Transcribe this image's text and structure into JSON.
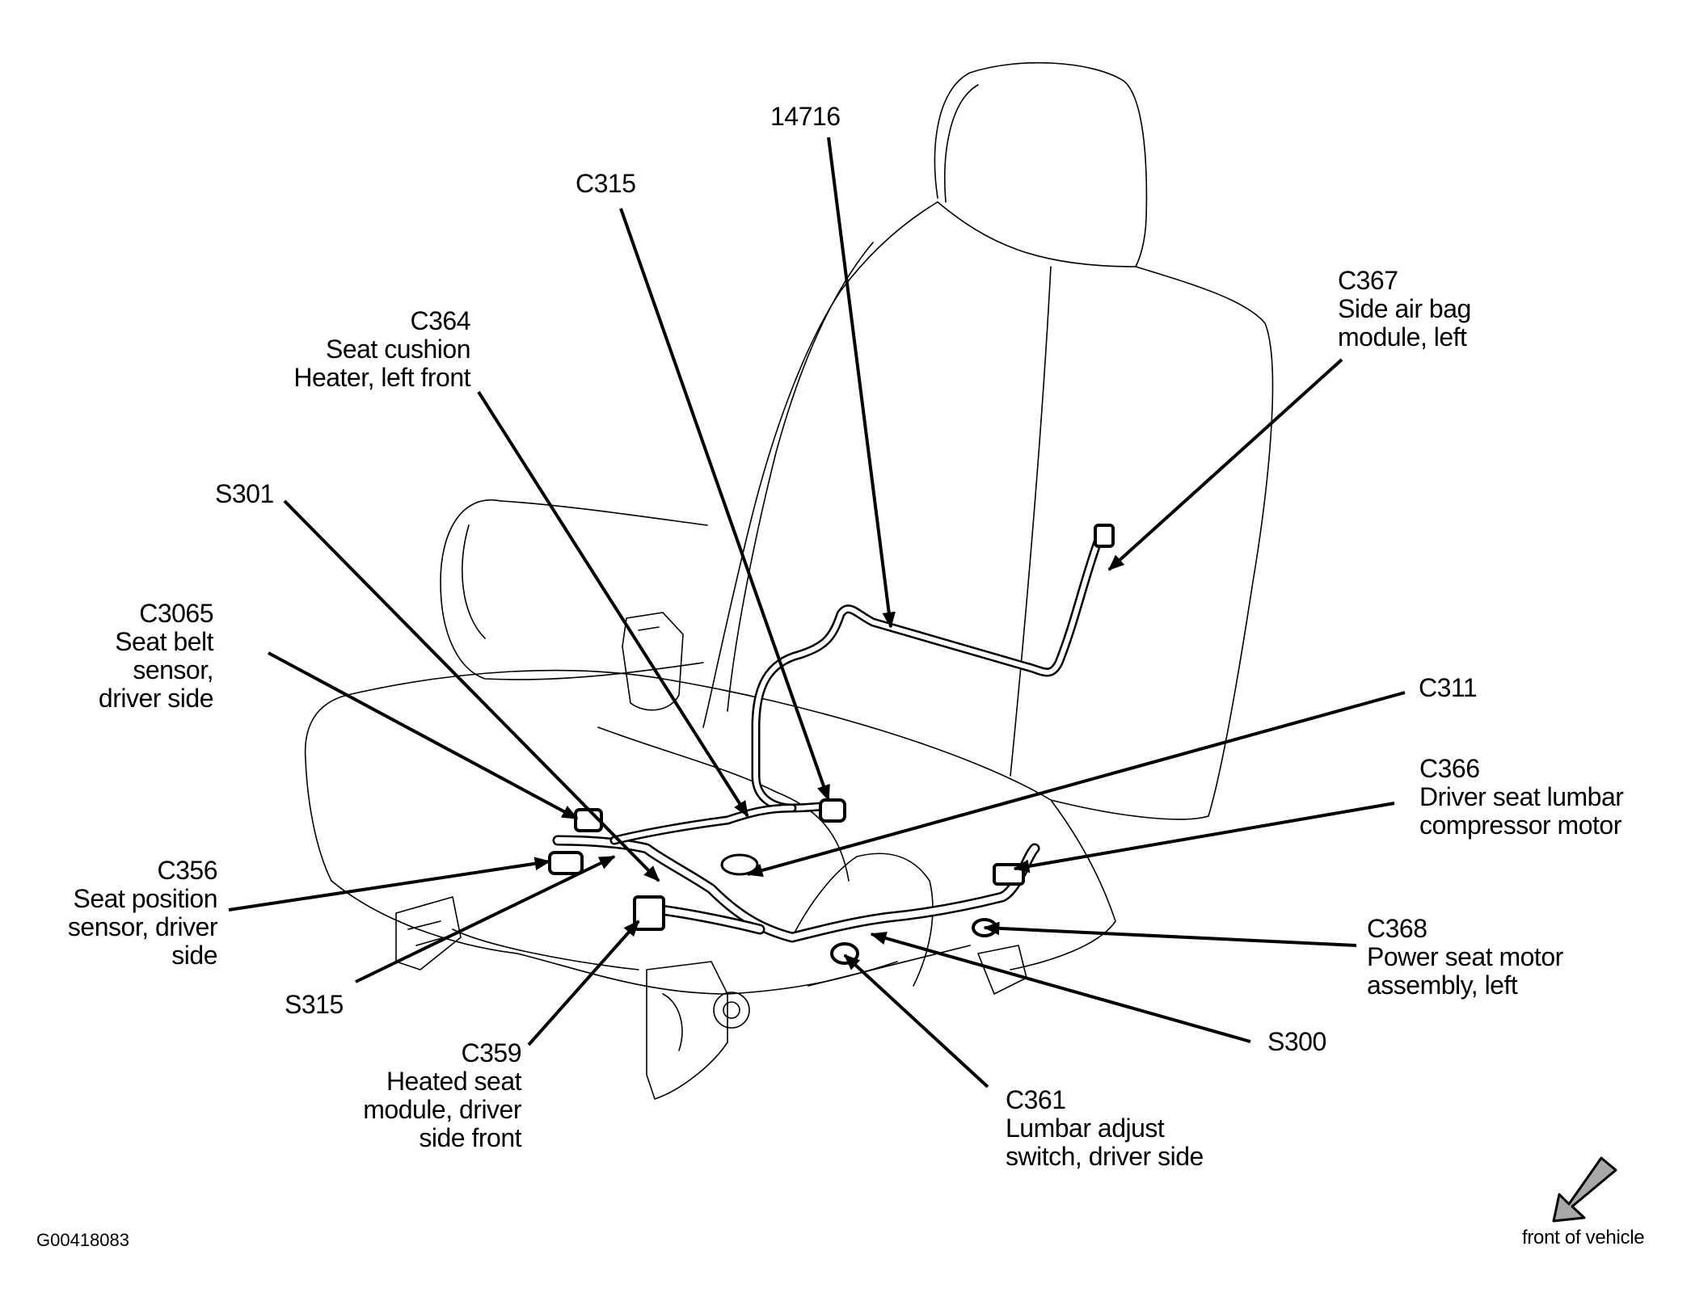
{
  "figure_id": "G00418083",
  "orientation_label": "front of vehicle",
  "colors": {
    "ink": "#000000",
    "arrow_fill": "#a8a8a8",
    "background": "#ffffff"
  },
  "callouts": [
    {
      "id": "14716",
      "lines": [
        "14716"
      ]
    },
    {
      "id": "C315",
      "lines": [
        "C315"
      ]
    },
    {
      "id": "C364",
      "lines": [
        "C364",
        "Seat cushion",
        "Heater, left front"
      ]
    },
    {
      "id": "C367",
      "lines": [
        "C367",
        "Side air bag",
        "module, left"
      ]
    },
    {
      "id": "S301",
      "lines": [
        "S301"
      ]
    },
    {
      "id": "C3065",
      "lines": [
        "C3065",
        "Seat belt",
        "sensor,",
        "driver side"
      ]
    },
    {
      "id": "C311",
      "lines": [
        "C311"
      ]
    },
    {
      "id": "C366",
      "lines": [
        "C366",
        "Driver seat lumbar",
        "compressor motor"
      ]
    },
    {
      "id": "C356",
      "lines": [
        "C356",
        "Seat position",
        "sensor, driver",
        "side"
      ]
    },
    {
      "id": "C368",
      "lines": [
        "C368",
        "Power seat motor",
        "assembly, left"
      ]
    },
    {
      "id": "S315",
      "lines": [
        "S315"
      ]
    },
    {
      "id": "S300",
      "lines": [
        "S300"
      ]
    },
    {
      "id": "C359",
      "lines": [
        "C359",
        "Heated seat",
        "module, driver",
        "side front"
      ]
    },
    {
      "id": "C361",
      "lines": [
        "C361",
        "Lumbar adjust",
        "switch, driver side"
      ]
    }
  ]
}
